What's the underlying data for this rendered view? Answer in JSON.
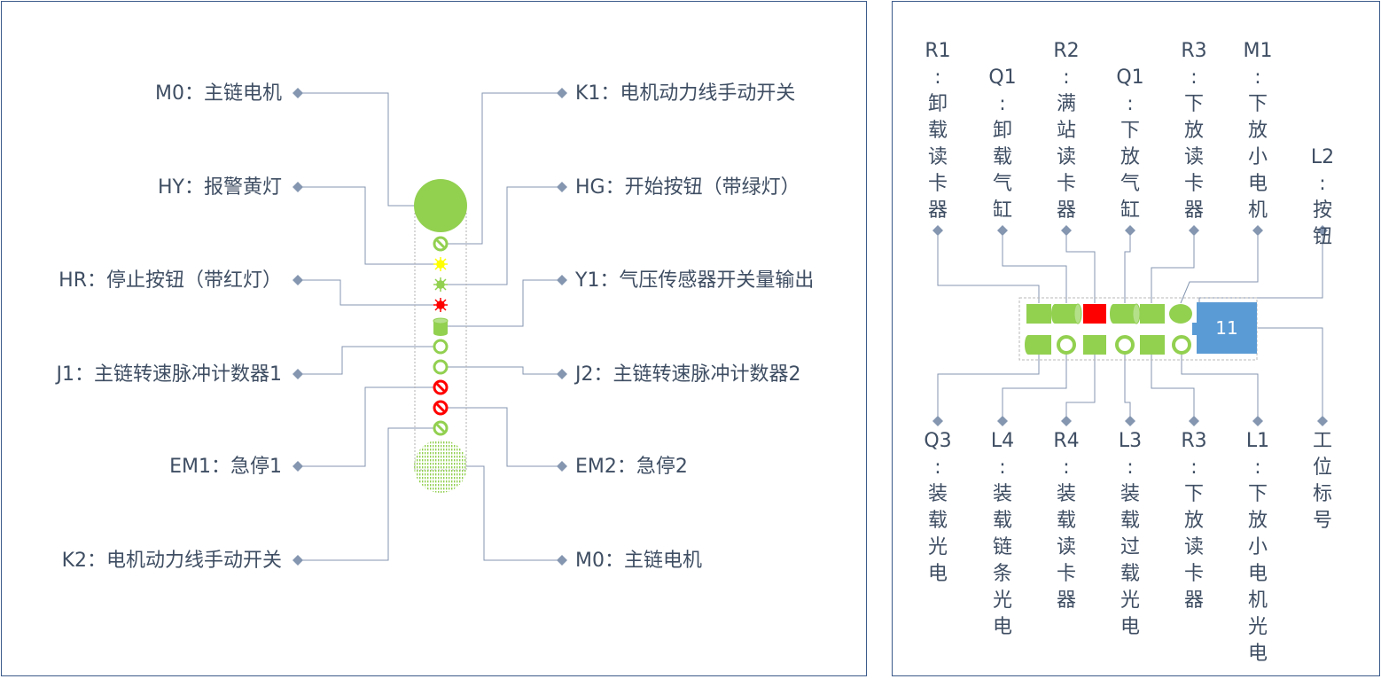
{
  "left_diagram": {
    "left_labels": [
      {
        "id": "m0",
        "text": "M0：主链电机"
      },
      {
        "id": "hy",
        "text": "HY：报警黄灯"
      },
      {
        "id": "hr",
        "text": "HR：停止按钮（带红灯）"
      },
      {
        "id": "j1",
        "text": "J1：主链转速脉冲计数器1"
      },
      {
        "id": "em1",
        "text": "EM1：急停1"
      },
      {
        "id": "k2",
        "text": "K2：电机动力线手动开关"
      }
    ],
    "right_labels": [
      {
        "id": "k1",
        "text": "K1：电机动力线手动开关"
      },
      {
        "id": "hg",
        "text": "HG：开始按钮（带绿灯）"
      },
      {
        "id": "y1",
        "text": "Y1：气压传感器开关量输出"
      },
      {
        "id": "j2",
        "text": "J2：主链转速脉冲计数器2"
      },
      {
        "id": "em2",
        "text": "EM2：急停2"
      },
      {
        "id": "m0b",
        "text": "M0：主链电机"
      }
    ]
  },
  "right_diagram": {
    "top_labels": [
      {
        "id": "r1",
        "text": "R1：卸载读卡器"
      },
      {
        "id": "q1a",
        "text": "Q1：卸载气缸"
      },
      {
        "id": "r2",
        "text": "R2：满站读卡器"
      },
      {
        "id": "q1b",
        "text": "Q1：下放气缸"
      },
      {
        "id": "r3a",
        "text": "R3：下放读卡器"
      },
      {
        "id": "m1",
        "text": "M1：下放小电机"
      },
      {
        "id": "l2",
        "text": "L2：按钮"
      }
    ],
    "bottom_labels": [
      {
        "id": "q3",
        "text": "Q3：装载光电"
      },
      {
        "id": "l4",
        "text": "L4：装载链条光电"
      },
      {
        "id": "r4",
        "text": "R4：装载读卡器"
      },
      {
        "id": "l3",
        "text": "L3：装载过载光电"
      },
      {
        "id": "r3b",
        "text": "R3：下放读卡器"
      },
      {
        "id": "l1",
        "text": "L1：下放小电机光电"
      },
      {
        "id": "tag",
        "text": "工位标号"
      }
    ],
    "station_number": "11"
  },
  "colors": {
    "green": "#92d050",
    "red": "#ff0000",
    "yellow": "#ffff00",
    "blue": "#5b9bd5",
    "line": "#8496b0",
    "text": "#3f4e63"
  }
}
